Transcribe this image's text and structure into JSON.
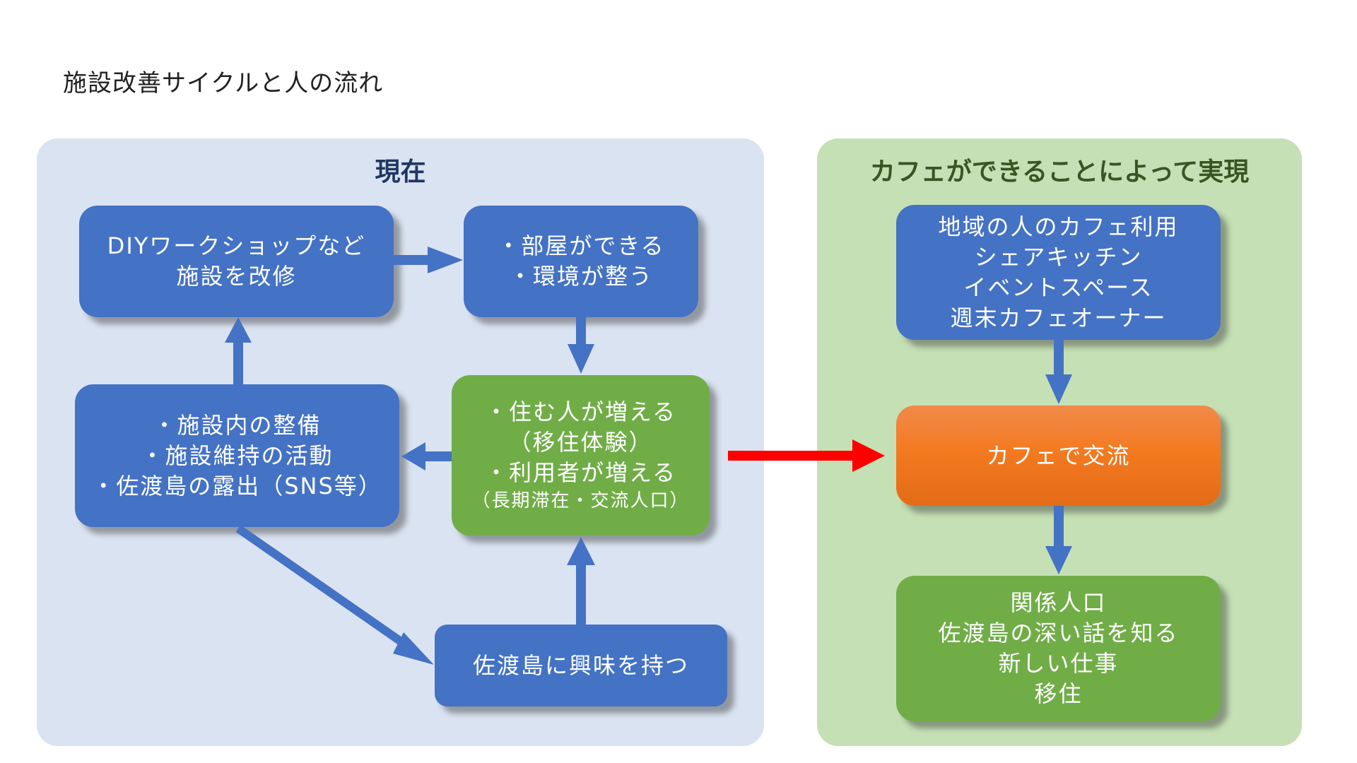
{
  "title": "施設改善サイクルと人の流れ",
  "colors": {
    "box_blue": "#4472c4",
    "box_green": "#70ad47",
    "box_orange": "#f47a20",
    "panel_left_bg": "#dae3f1",
    "panel_right_bg": "#c5e0b4",
    "arrow_blue": "#4472c4",
    "arrow_red": "#ff0000"
  },
  "panels": {
    "current": {
      "title": "現在",
      "boxes": {
        "diy": {
          "lines": [
            "DIYワークショップなど",
            "施設を改修"
          ]
        },
        "rooms": {
          "lines": [
            "・部屋ができる",
            "・環境が整う"
          ]
        },
        "maintenance": {
          "lines": [
            "・施設内の整備",
            "・施設維持の活動",
            "・佐渡島の露出（SNS等）"
          ]
        },
        "residents": {
          "lines": [
            "・住む人が増える",
            "（移住体験）",
            "・利用者が増える",
            "（長期滞在・交流人口）"
          ]
        },
        "interest": {
          "lines": [
            "佐渡島に興味を持つ"
          ]
        }
      }
    },
    "future": {
      "title": "カフェができることによって実現",
      "boxes": {
        "uses": {
          "lines": [
            "地域の人のカフェ利用",
            "シェアキッチン",
            "イベントスペース",
            "週末カフェオーナー"
          ]
        },
        "cafe": {
          "lines": [
            "カフェで交流"
          ]
        },
        "outcomes": {
          "lines": [
            "関係人口",
            "佐渡島の深い話を知る",
            "新しい仕事",
            "移住"
          ]
        }
      }
    }
  }
}
